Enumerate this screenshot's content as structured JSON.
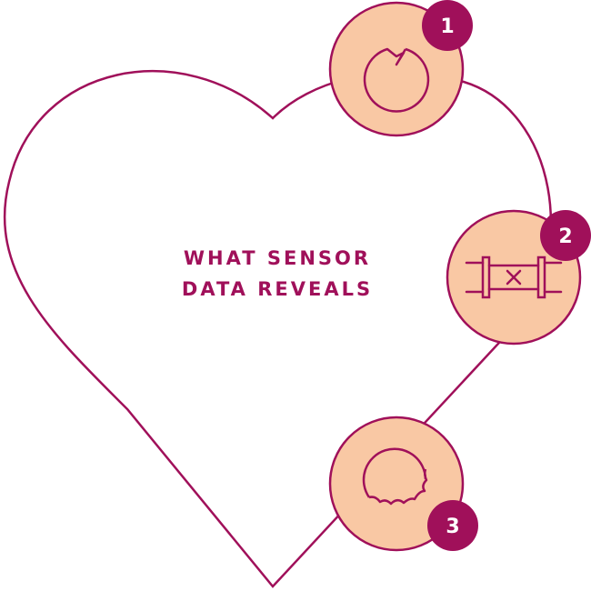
{
  "title": {
    "line1": "WHAT SENSOR",
    "line2": "DATA REVEALS"
  },
  "colors": {
    "accent": "#a0105a",
    "fill": "#f9c8a4",
    "background": "#ffffff"
  },
  "steps": [
    {
      "number": "1",
      "icon": "broken-circle-icon"
    },
    {
      "number": "2",
      "icon": "pipe-blockage-icon"
    },
    {
      "number": "3",
      "icon": "corroded-pipe-icon"
    }
  ]
}
